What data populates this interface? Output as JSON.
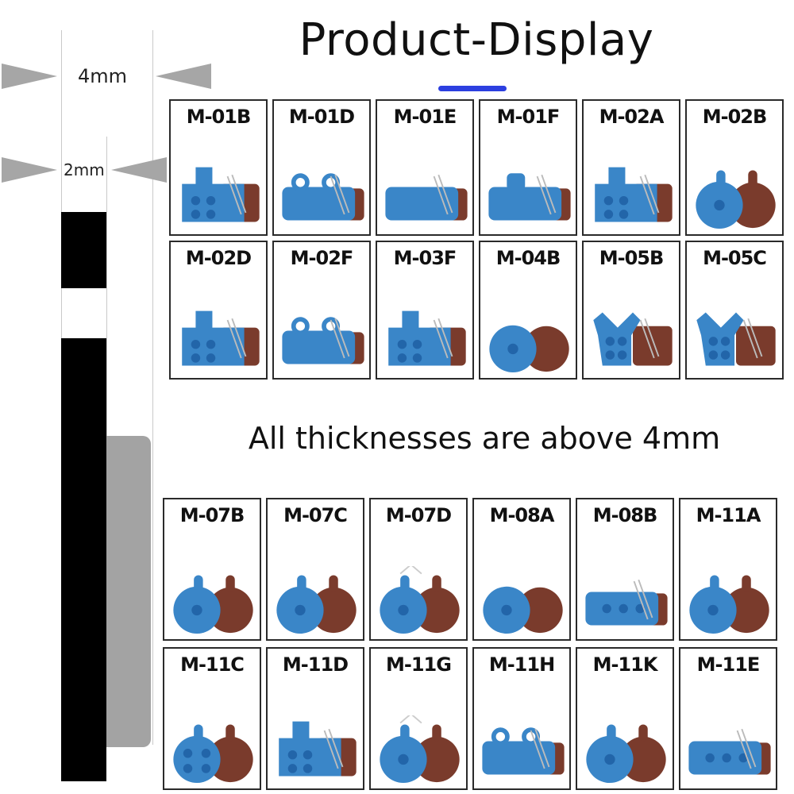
{
  "header": {
    "title": "Product-Display"
  },
  "subtitle": "All thicknesses are above 4mm",
  "gauge": {
    "outer_label": "4mm",
    "inner_label": "2mm"
  },
  "colors": {
    "pad_blue": "#3a86c8",
    "pad_dark_blue": "#1f5fa3",
    "friction": "#7a3b2c",
    "frame": "#2a2a2a",
    "accent": "#2c3fe0"
  },
  "products_top": [
    {
      "code": "M-01B",
      "shape": "rect-tab"
    },
    {
      "code": "M-01D",
      "shape": "wide-ears"
    },
    {
      "code": "M-01E",
      "shape": "wide"
    },
    {
      "code": "M-01F",
      "shape": "wide-tab"
    },
    {
      "code": "M-02A",
      "shape": "square-holes"
    },
    {
      "code": "M-02B",
      "shape": "round"
    },
    {
      "code": "M-02D",
      "shape": "rect-holes"
    },
    {
      "code": "M-02F",
      "shape": "wide-rings"
    },
    {
      "code": "M-03F",
      "shape": "rect-tab-holes"
    },
    {
      "code": "M-04B",
      "shape": "round-big"
    },
    {
      "code": "M-05B",
      "shape": "fan"
    },
    {
      "code": "M-05C",
      "shape": "fan-rect"
    }
  ],
  "products_bottom": [
    {
      "code": "M-07B",
      "shape": "round-tab"
    },
    {
      "code": "M-07C",
      "shape": "round-tab"
    },
    {
      "code": "M-07D",
      "shape": "round-tab-spring"
    },
    {
      "code": "M-08A",
      "shape": "round-plain"
    },
    {
      "code": "M-08B",
      "shape": "wide-plain"
    },
    {
      "code": "M-11A",
      "shape": "round-tab"
    },
    {
      "code": "M-11C",
      "shape": "round-holes"
    },
    {
      "code": "M-11D",
      "shape": "square-ears"
    },
    {
      "code": "M-11G",
      "shape": "round-tab-spring"
    },
    {
      "code": "M-11H",
      "shape": "wide-tab2"
    },
    {
      "code": "M-11K",
      "shape": "round-tab"
    },
    {
      "code": "M-11E",
      "shape": "wide-clip"
    }
  ]
}
